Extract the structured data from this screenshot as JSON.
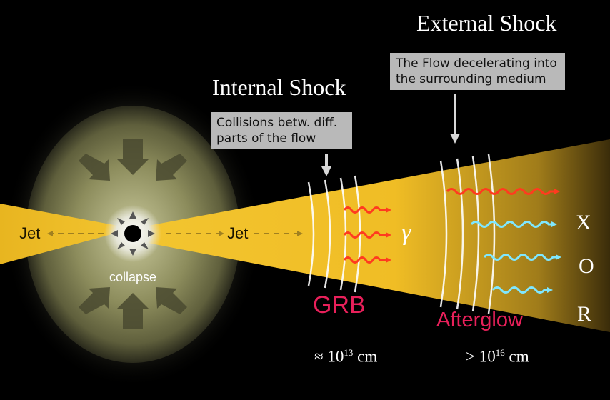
{
  "titles": {
    "internal_shock": "Internal Shock",
    "external_shock": "External Shock"
  },
  "callouts": {
    "internal": "Collisions betw. diff.\nparts of the flow",
    "external": "The Flow decelerating into\nthe surrounding  medium"
  },
  "labels": {
    "jet_left": "Jet",
    "jet_right": "Jet",
    "collapse": "collapse",
    "grb": "GRB",
    "afterglow": "Afterglow",
    "gamma": "γ"
  },
  "bands": [
    "X",
    "O",
    "R"
  ],
  "scales": {
    "grb_prefix": "≈ 10",
    "grb_exp": "13",
    "grb_unit": " cm",
    "afterglow_prefix": "> 10",
    "afterglow_exp": "16",
    "afterglow_unit": " cm"
  },
  "colors": {
    "background": "#000000",
    "jet": "#f2c12e",
    "star": "#8a8a55",
    "callout_bg": "#b9b9b9",
    "pink_text": "#e8205a",
    "gamma_wave": "#ff3b1f",
    "xray_wave": "#7fe7ff"
  },
  "icons": {
    "down_arrow": "down-arrow-icon",
    "wavy_arrow": "wavy-arrow-icon",
    "black_hole": "black-hole-icon"
  }
}
